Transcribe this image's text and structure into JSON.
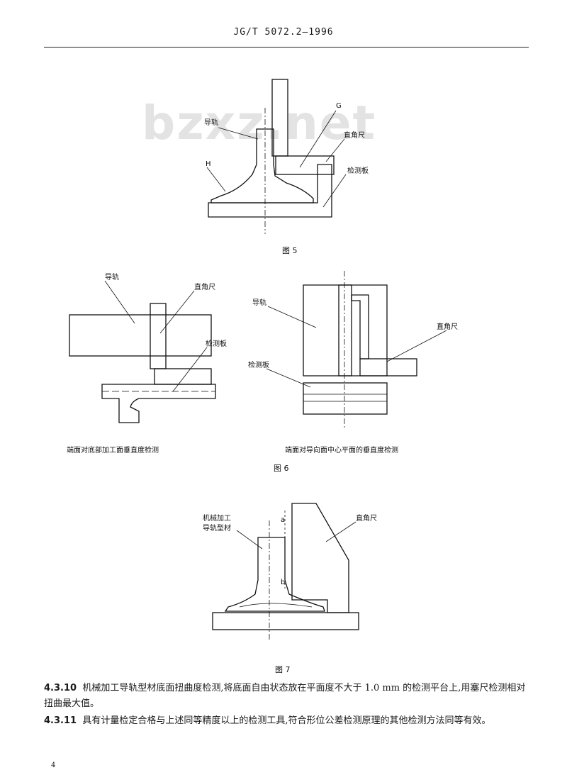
{
  "header": {
    "doc_code": "JG/T 5072.2—1996"
  },
  "watermark": "bzxz.net",
  "fig5": {
    "caption": "图 5",
    "labels": {
      "g": "G",
      "rail": "导轨",
      "square": "直角尺",
      "h": "H",
      "plate": "检测板"
    }
  },
  "fig6": {
    "caption": "图 6",
    "left": {
      "rail": "导轨",
      "square": "直角尺",
      "plate": "检测板",
      "caption": "端面对底部加工面垂直度检测"
    },
    "right": {
      "rail": "导轨",
      "square": "直角尺",
      "plate": "检测板",
      "caption": "端面对导向面中心平面的垂直度检测"
    }
  },
  "fig7": {
    "caption": "图 7",
    "labels": {
      "rail_line1": "机械加工",
      "rail_line2": "导轨型材",
      "square": "直角尺",
      "a": "a",
      "b": "b"
    }
  },
  "paragraphs": [
    {
      "num": "4.3.10",
      "text": "机械加工导轨型材底面扭曲度检测,将底面自由状态放在平面度不大于 1.0 mm 的检测平台上,用塞尺检测相对扭曲最大值。"
    },
    {
      "num": "4.3.11",
      "text": "具有计量检定合格与上述同等精度以上的检测工具,符合形位公差检测原理的其他检测方法同等有效。"
    }
  ],
  "page_number": "4"
}
